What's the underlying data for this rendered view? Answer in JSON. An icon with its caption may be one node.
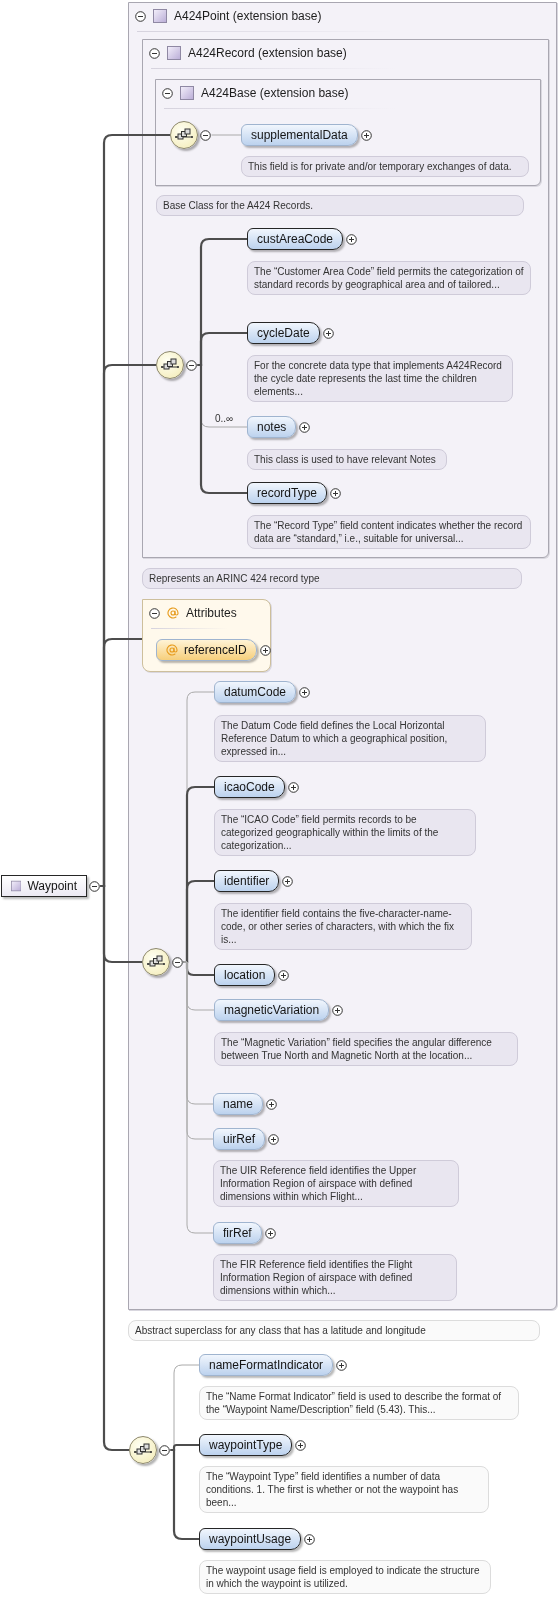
{
  "diagram": {
    "nodes": [
      {
        "text": [
          "Waypoint"
        ]
      },
      {
        "text": [
          "A424Point (extension base)"
        ],
        "beside": [
          "Abstract superclass for any class that has a latitude and longitude"
        ]
      },
      {
        "text": [
          "A424Record (extension base)"
        ],
        "in": 1,
        "beside": [
          "Represents an ARINC 424 record type"
        ]
      },
      {
        "text": [
          "A424Base (extension base)"
        ],
        "in": 2,
        "beside": [
          "Base Class for the A424 Records."
        ]
      },
      {
        "text": [],
        "shape": "circle",
        "in": 3
      },
      {
        "text": [
          "supplementalData"
        ],
        "in": 3,
        "beside": [
          "This field is for private and/or temporary exchanges of data."
        ]
      },
      {
        "text": [],
        "shape": "circle",
        "in": 2
      },
      {
        "text": [
          "custAreaCode"
        ],
        "in": 2,
        "beside": [
          "The “Customer Area Code” field permits the categorization of standard records by geographical area and of tailored..."
        ]
      },
      {
        "text": [
          "cycleDate"
        ],
        "in": 2,
        "beside": [
          "For the concrete data type that implements A424Record the cycle date represents the last time the children elements..."
        ]
      },
      {
        "text": [
          "notes"
        ],
        "in": 2,
        "beside": [
          "This class is used to have relevant Notes"
        ]
      },
      {
        "text": [
          "recordType"
        ],
        "in": 2,
        "beside": [
          "The “Record Type” field content indicates whether the record data are “standard,” i.e., suitable for universal..."
        ]
      },
      {
        "text": [
          "Attributes"
        ],
        "in": 1
      },
      {
        "text": [
          "referenceID"
        ],
        "in": 11
      },
      {
        "text": [],
        "shape": "circle",
        "in": 1
      },
      {
        "text": [
          "datumCode"
        ],
        "in": 1,
        "beside": [
          "The Datum Code field defines the Local Horizontal Reference Datum to which a geographical position, expressed in..."
        ]
      },
      {
        "text": [
          "icaoCode"
        ],
        "in": 1,
        "beside": [
          "The “ICAO Code” field permits records to be categorized geographically within the limits of the categorization..."
        ]
      },
      {
        "text": [
          "identifier"
        ],
        "in": 1,
        "beside": [
          "The identifier field contains the five-character-name-code, or other series of characters, with which the fix is..."
        ]
      },
      {
        "text": [
          "location"
        ],
        "in": 1
      },
      {
        "text": [
          "magneticVariation"
        ],
        "in": 1,
        "beside": [
          "The “Magnetic Variation” field specifies the angular difference between True North and Magnetic North at the location..."
        ]
      },
      {
        "text": [
          "name"
        ],
        "in": 1
      },
      {
        "text": [
          "uirRef"
        ],
        "in": 1,
        "beside": [
          "The UIR Reference field identifies the Upper Information Region of airspace with defined dimensions within which Flight..."
        ]
      },
      {
        "text": [
          "firRef"
        ],
        "in": 1,
        "beside": [
          "The FIR Reference field identifies the Flight Information Region of airspace with defined dimensions within which..."
        ]
      },
      {
        "text": [],
        "shape": "circle"
      },
      {
        "text": [
          "nameFormatIndicator"
        ],
        "beside": [
          "The “Name Format Indicator” field is used to describe the format of the “Waypoint Name/Description” field (5.43). This..."
        ]
      },
      {
        "text": [
          "waypointType"
        ],
        "beside": [
          "The “Waypoint Type” field identifies a number of data conditions. 1. The first is whether or not the waypoint has been..."
        ]
      },
      {
        "text": [
          "waypointUsage"
        ],
        "beside": [
          "The waypoint usage field is employed to indicate the structure in which the waypoint is utilized."
        ]
      }
    ],
    "edges": [
      {
        "from": 0,
        "to": 4,
        "arrow": "none"
      },
      {
        "from": 0,
        "to": 6,
        "arrow": "none"
      },
      {
        "from": 0,
        "to": 11,
        "arrow": "none"
      },
      {
        "from": 0,
        "to": 13,
        "arrow": "none"
      },
      {
        "from": 0,
        "to": 22,
        "arrow": "none"
      },
      {
        "from": 4,
        "to": 5,
        "arrow": "none",
        "color": "#aaaaaa"
      },
      {
        "from": 6,
        "to": 7,
        "arrow": "none"
      },
      {
        "from": 6,
        "to": 8,
        "arrow": "none"
      },
      {
        "from": 6,
        "to": 9,
        "arrow": "none",
        "label": "0..∞",
        "color": "#aaaaaa"
      },
      {
        "from": 6,
        "to": 10,
        "arrow": "none"
      },
      {
        "from": 13,
        "to": 14,
        "arrow": "none",
        "color": "#aaaaaa"
      },
      {
        "from": 13,
        "to": 15,
        "arrow": "none"
      },
      {
        "from": 13,
        "to": 16,
        "arrow": "none"
      },
      {
        "from": 13,
        "to": 17,
        "arrow": "none"
      },
      {
        "from": 13,
        "to": 18,
        "arrow": "none",
        "color": "#aaaaaa"
      },
      {
        "from": 13,
        "to": 19,
        "arrow": "none",
        "color": "#aaaaaa"
      },
      {
        "from": 13,
        "to": 20,
        "arrow": "none",
        "color": "#aaaaaa"
      },
      {
        "from": 13,
        "to": 21,
        "arrow": "none",
        "color": "#aaaaaa"
      },
      {
        "from": 22,
        "to": 23,
        "arrow": "none",
        "color": "#aaaaaa"
      },
      {
        "from": 22,
        "to": 24,
        "arrow": "none"
      },
      {
        "from": 22,
        "to": 25,
        "arrow": "none"
      }
    ]
  }
}
